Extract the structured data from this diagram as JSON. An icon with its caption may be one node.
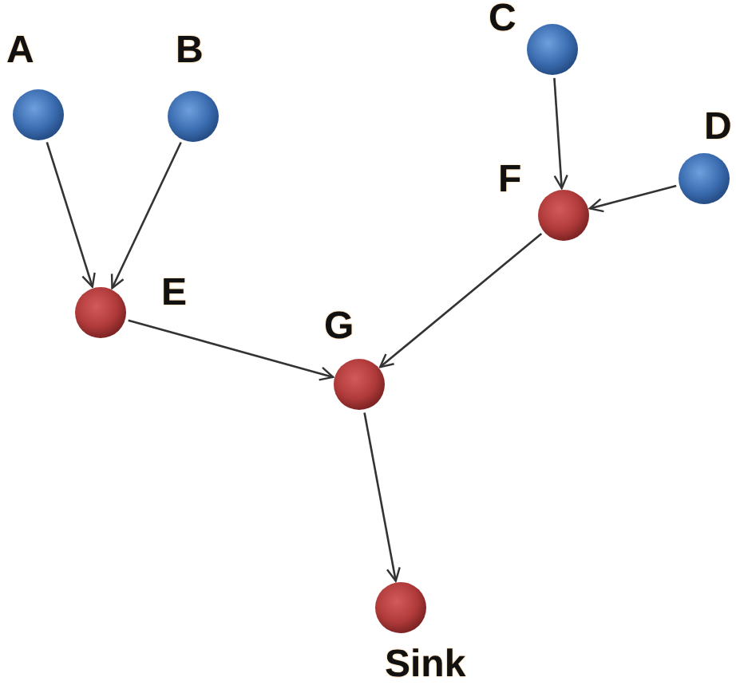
{
  "diagram": {
    "nodes": [
      {
        "text": [],
        "shape": "circle",
        "beside": [
          "A"
        ]
      },
      {
        "text": [],
        "shape": "circle",
        "beside": [
          "B"
        ]
      },
      {
        "text": [],
        "shape": "circle",
        "beside": [
          "C"
        ]
      },
      {
        "text": [],
        "shape": "circle",
        "beside": [
          "D"
        ]
      },
      {
        "text": [],
        "shape": "circle",
        "beside": [
          "E"
        ]
      },
      {
        "text": [],
        "shape": "circle",
        "beside": [
          "F"
        ]
      },
      {
        "text": [],
        "shape": "circle",
        "beside": [
          "G"
        ]
      },
      {
        "text": [],
        "shape": "circle",
        "beside": [
          "Sink"
        ]
      }
    ],
    "edges": [
      {
        "from": 0,
        "to": 4,
        "arrow": "to"
      },
      {
        "from": 1,
        "to": 4,
        "arrow": "to"
      },
      {
        "from": 2,
        "to": 5,
        "arrow": "to"
      },
      {
        "from": 3,
        "to": 5,
        "arrow": "to"
      },
      {
        "from": 4,
        "to": 6,
        "arrow": "to"
      },
      {
        "from": 5,
        "to": 6,
        "arrow": "to"
      },
      {
        "from": 6,
        "to": 7,
        "arrow": "to"
      }
    ]
  }
}
